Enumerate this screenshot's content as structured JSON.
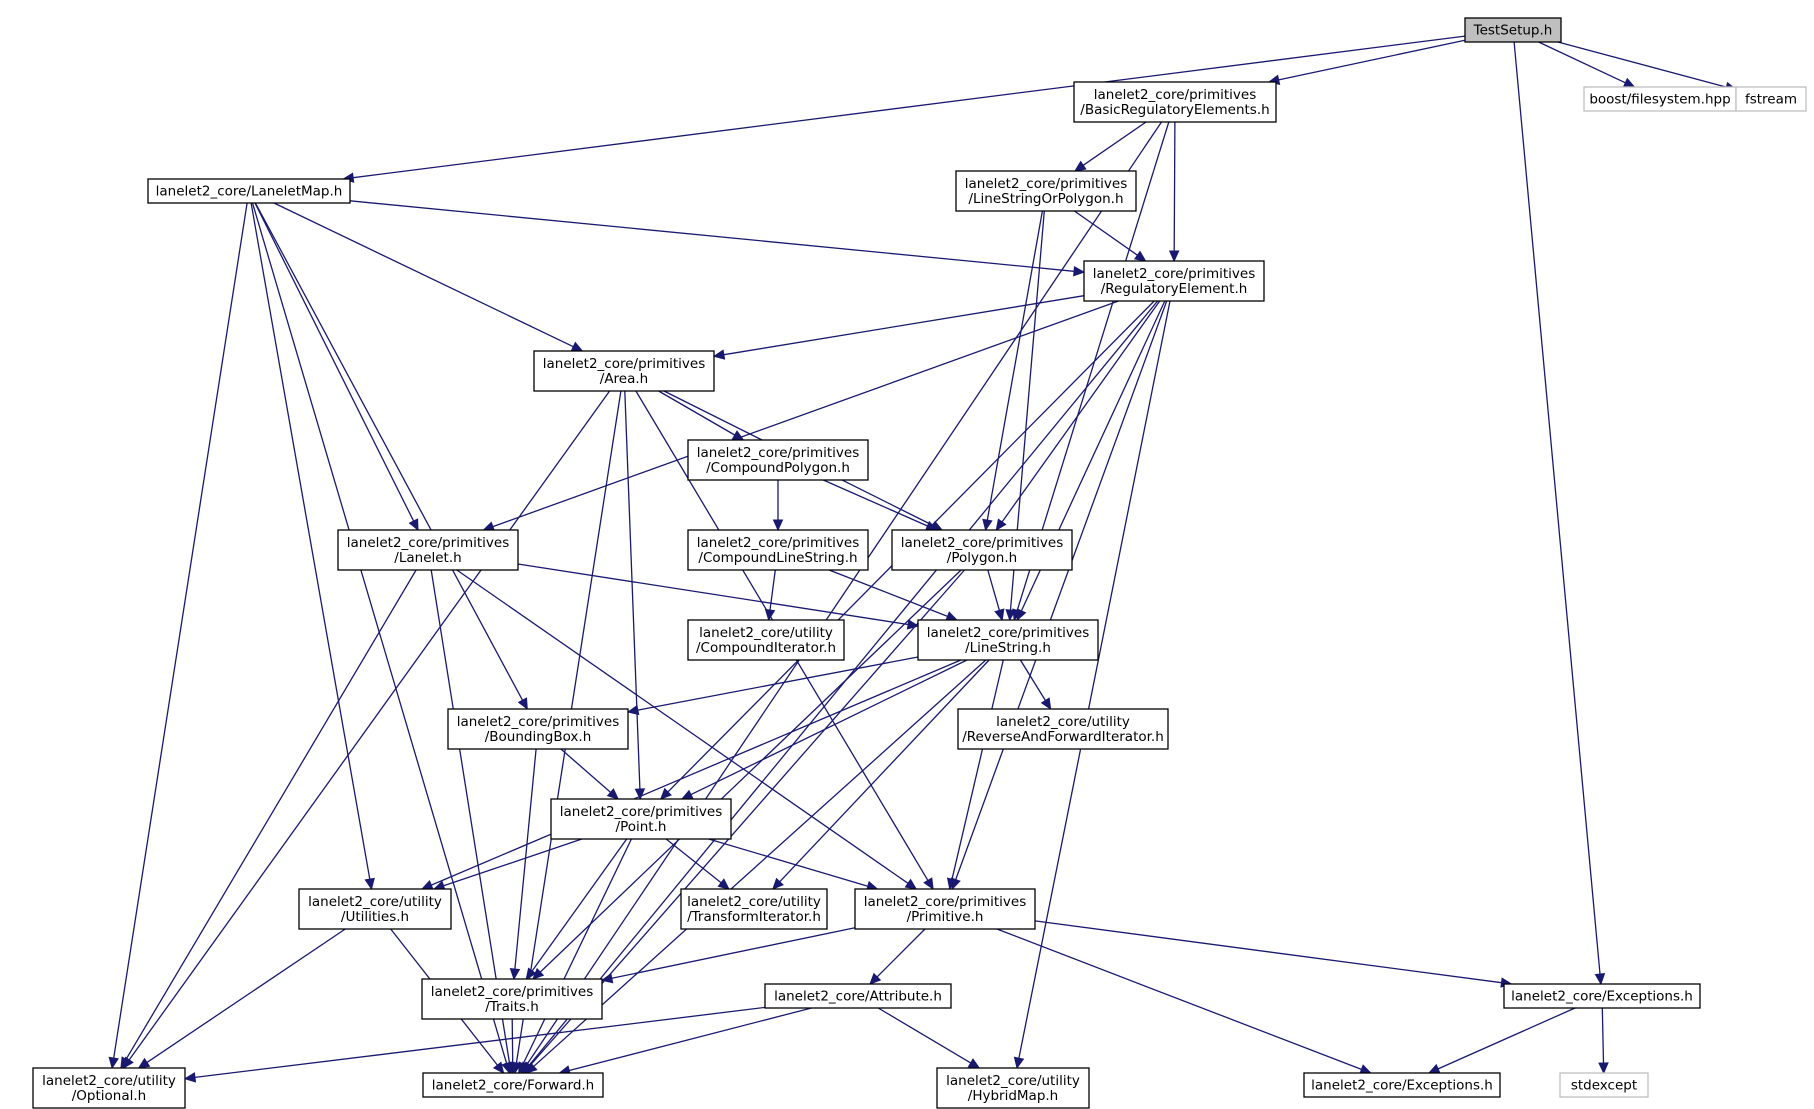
{
  "diagram": {
    "colors": {
      "edge": "#191970",
      "node_border": "#000000",
      "external_border": "#bfbfbf",
      "root_fill": "#bfbfbf",
      "background": "#ffffff"
    },
    "nodes": [
      {
        "id": "testsetup",
        "lines": [
          "TestSetup.h"
        ],
        "kind": "root"
      },
      {
        "id": "basicreg",
        "lines": [
          "lanelet2_core/primitives",
          "/BasicRegulatoryElements.h"
        ],
        "kind": "normal"
      },
      {
        "id": "boostfs",
        "lines": [
          "boost/filesystem.hpp"
        ],
        "kind": "external"
      },
      {
        "id": "fstream",
        "lines": [
          "fstream"
        ],
        "kind": "external"
      },
      {
        "id": "laneletmap",
        "lines": [
          "lanelet2_core/LaneletMap.h"
        ],
        "kind": "normal"
      },
      {
        "id": "lsorpoly",
        "lines": [
          "lanelet2_core/primitives",
          "/LineStringOrPolygon.h"
        ],
        "kind": "normal"
      },
      {
        "id": "regelem",
        "lines": [
          "lanelet2_core/primitives",
          "/RegulatoryElement.h"
        ],
        "kind": "normal"
      },
      {
        "id": "area",
        "lines": [
          "lanelet2_core/primitives",
          "/Area.h"
        ],
        "kind": "normal"
      },
      {
        "id": "comppoly",
        "lines": [
          "lanelet2_core/primitives",
          "/CompoundPolygon.h"
        ],
        "kind": "normal"
      },
      {
        "id": "lanelet",
        "lines": [
          "lanelet2_core/primitives",
          "/Lanelet.h"
        ],
        "kind": "normal"
      },
      {
        "id": "complinestr",
        "lines": [
          "lanelet2_core/primitives",
          "/CompoundLineString.h"
        ],
        "kind": "normal"
      },
      {
        "id": "polygon",
        "lines": [
          "lanelet2_core/primitives",
          "/Polygon.h"
        ],
        "kind": "normal"
      },
      {
        "id": "compiter",
        "lines": [
          "lanelet2_core/utility",
          "/CompoundIterator.h"
        ],
        "kind": "normal"
      },
      {
        "id": "linestring",
        "lines": [
          "lanelet2_core/primitives",
          "/LineString.h"
        ],
        "kind": "normal"
      },
      {
        "id": "boundingbox",
        "lines": [
          "lanelet2_core/primitives",
          "/BoundingBox.h"
        ],
        "kind": "normal"
      },
      {
        "id": "revfwditer",
        "lines": [
          "lanelet2_core/utility",
          "/ReverseAndForwardIterator.h"
        ],
        "kind": "normal"
      },
      {
        "id": "point",
        "lines": [
          "lanelet2_core/primitives",
          "/Point.h"
        ],
        "kind": "normal"
      },
      {
        "id": "utilities",
        "lines": [
          "lanelet2_core/utility",
          "/Utilities.h"
        ],
        "kind": "normal"
      },
      {
        "id": "transformiter",
        "lines": [
          "lanelet2_core/utility",
          "/TransformIterator.h"
        ],
        "kind": "normal"
      },
      {
        "id": "primitive",
        "lines": [
          "lanelet2_core/primitives",
          "/Primitive.h"
        ],
        "kind": "normal"
      },
      {
        "id": "traits",
        "lines": [
          "lanelet2_core/primitives",
          "/Traits.h"
        ],
        "kind": "normal"
      },
      {
        "id": "attribute",
        "lines": [
          "lanelet2_core/Attribute.h"
        ],
        "kind": "normal"
      },
      {
        "id": "exceptions1",
        "lines": [
          "lanelet2_core/Exceptions.h"
        ],
        "kind": "normal"
      },
      {
        "id": "optional",
        "lines": [
          "lanelet2_core/utility",
          "/Optional.h"
        ],
        "kind": "normal"
      },
      {
        "id": "forward",
        "lines": [
          "lanelet2_core/Forward.h"
        ],
        "kind": "normal"
      },
      {
        "id": "hybridmap",
        "lines": [
          "lanelet2_core/utility",
          "/HybridMap.h"
        ],
        "kind": "normal"
      },
      {
        "id": "exceptions2",
        "lines": [
          "lanelet2_core/Exceptions.h"
        ],
        "kind": "normal"
      },
      {
        "id": "stdexcept",
        "lines": [
          "stdexcept"
        ],
        "kind": "external"
      }
    ],
    "edges": [
      [
        "testsetup",
        "basicreg"
      ],
      [
        "testsetup",
        "laneletmap"
      ],
      [
        "testsetup",
        "boostfs"
      ],
      [
        "testsetup",
        "fstream"
      ],
      [
        "testsetup",
        "exceptions1"
      ],
      [
        "basicreg",
        "lsorpoly"
      ],
      [
        "basicreg",
        "regelem"
      ],
      [
        "basicreg",
        "linestring"
      ],
      [
        "basicreg",
        "forward"
      ],
      [
        "laneletmap",
        "regelem"
      ],
      [
        "laneletmap",
        "area"
      ],
      [
        "laneletmap",
        "lanelet"
      ],
      [
        "laneletmap",
        "boundingbox"
      ],
      [
        "laneletmap",
        "utilities"
      ],
      [
        "laneletmap",
        "optional"
      ],
      [
        "laneletmap",
        "forward"
      ],
      [
        "lsorpoly",
        "regelem"
      ],
      [
        "lsorpoly",
        "polygon"
      ],
      [
        "lsorpoly",
        "linestring"
      ],
      [
        "regelem",
        "area"
      ],
      [
        "regelem",
        "lanelet"
      ],
      [
        "regelem",
        "polygon"
      ],
      [
        "regelem",
        "linestring"
      ],
      [
        "regelem",
        "point"
      ],
      [
        "regelem",
        "primitive"
      ],
      [
        "regelem",
        "hybridmap"
      ],
      [
        "regelem",
        "forward"
      ],
      [
        "area",
        "comppoly"
      ],
      [
        "area",
        "polygon"
      ],
      [
        "area",
        "point"
      ],
      [
        "area",
        "primitive"
      ],
      [
        "area",
        "optional"
      ],
      [
        "area",
        "forward"
      ],
      [
        "comppoly",
        "complinestr"
      ],
      [
        "comppoly",
        "polygon"
      ],
      [
        "complinestr",
        "compiter"
      ],
      [
        "complinestr",
        "linestring"
      ],
      [
        "polygon",
        "linestring"
      ],
      [
        "polygon",
        "traits"
      ],
      [
        "polygon",
        "forward"
      ],
      [
        "lanelet",
        "linestring"
      ],
      [
        "lanelet",
        "primitive"
      ],
      [
        "lanelet",
        "optional"
      ],
      [
        "lanelet",
        "forward"
      ],
      [
        "linestring",
        "revfwditer"
      ],
      [
        "linestring",
        "boundingbox"
      ],
      [
        "linestring",
        "point"
      ],
      [
        "linestring",
        "utilities"
      ],
      [
        "linestring",
        "transformiter"
      ],
      [
        "linestring",
        "primitive"
      ],
      [
        "linestring",
        "forward"
      ],
      [
        "boundingbox",
        "point"
      ],
      [
        "boundingbox",
        "traits"
      ],
      [
        "point",
        "utilities"
      ],
      [
        "point",
        "transformiter"
      ],
      [
        "point",
        "primitive"
      ],
      [
        "point",
        "traits"
      ],
      [
        "point",
        "forward"
      ],
      [
        "utilities",
        "optional"
      ],
      [
        "utilities",
        "forward"
      ],
      [
        "primitive",
        "attribute"
      ],
      [
        "primitive",
        "traits"
      ],
      [
        "primitive",
        "exceptions1"
      ],
      [
        "primitive",
        "exceptions2"
      ],
      [
        "traits",
        "forward"
      ],
      [
        "attribute",
        "optional"
      ],
      [
        "attribute",
        "forward"
      ],
      [
        "attribute",
        "hybridmap"
      ],
      [
        "exceptions1",
        "exceptions2"
      ],
      [
        "exceptions1",
        "stdexcept"
      ]
    ]
  }
}
